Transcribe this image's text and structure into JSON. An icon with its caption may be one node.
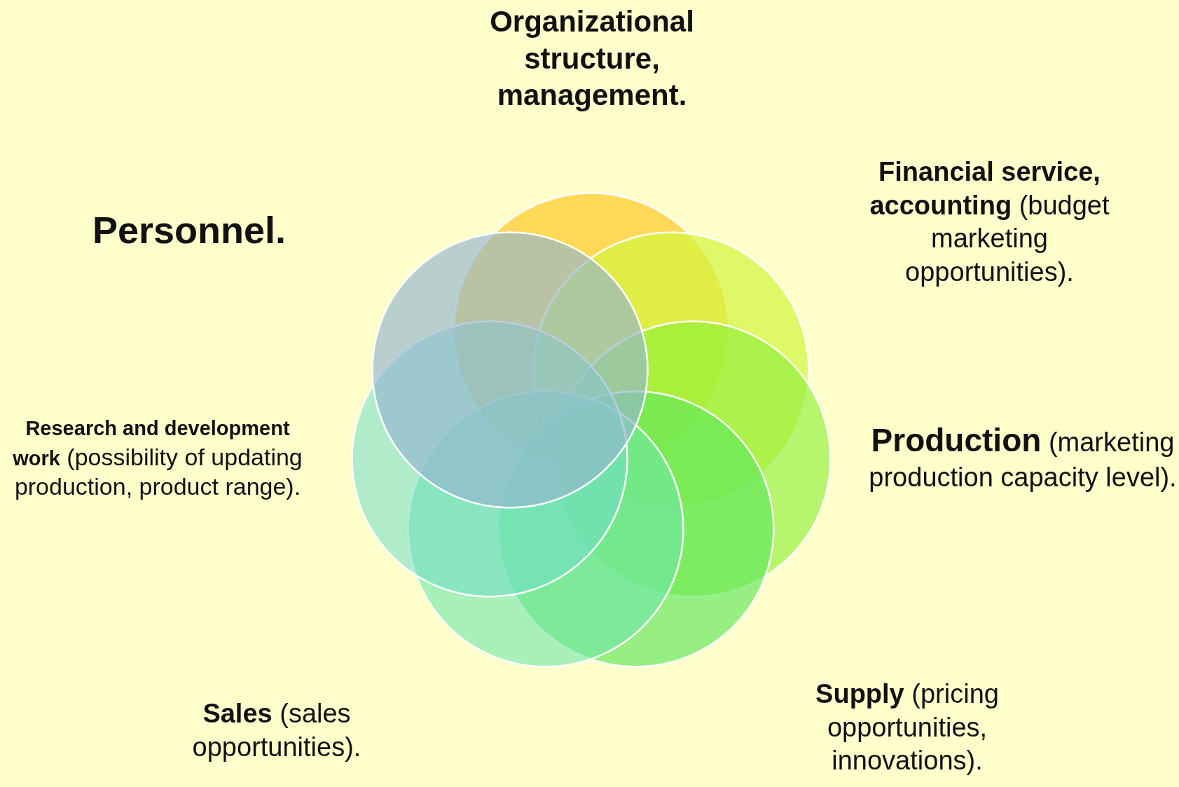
{
  "diagram": {
    "labels": [
      "Organizational structure, management.",
      "**Financial service, accounting** (budget marketing opportunities).",
      "Personnel.",
      "**Research and development work** (possibility of updating production, product range).",
      "**Production** (marketing production capacity level).",
      "**Supply** (pricing opportunities, innovations).",
      "**Sales** (sales opportunities)."
    ]
  }
}
